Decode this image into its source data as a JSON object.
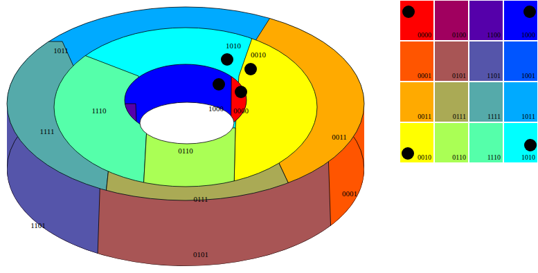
{
  "diagram": {
    "nodes": [
      {
        "text": [
          "0000"
        ]
      },
      {
        "text": [
          "0100"
        ]
      },
      {
        "text": [
          "1100"
        ]
      },
      {
        "text": [
          "1000"
        ]
      },
      {
        "text": [
          "0001"
        ]
      },
      {
        "text": [
          "0101"
        ]
      },
      {
        "text": [
          "1101"
        ]
      },
      {
        "text": [
          "1001"
        ]
      },
      {
        "text": [
          "0011"
        ]
      },
      {
        "text": [
          "0111"
        ]
      },
      {
        "text": [
          "1111"
        ]
      },
      {
        "text": [
          "1011"
        ]
      },
      {
        "text": [
          "0010"
        ]
      },
      {
        "text": [
          "0110"
        ]
      },
      {
        "text": [
          "1110"
        ]
      },
      {
        "text": [
          "1010"
        ]
      }
    ],
    "labels": [
      "1011",
      "1010",
      "0010",
      "1110",
      "1000",
      "0000",
      "0011",
      "1111",
      "0110",
      "0111",
      "0001",
      "1101",
      "0101"
    ]
  }
}
